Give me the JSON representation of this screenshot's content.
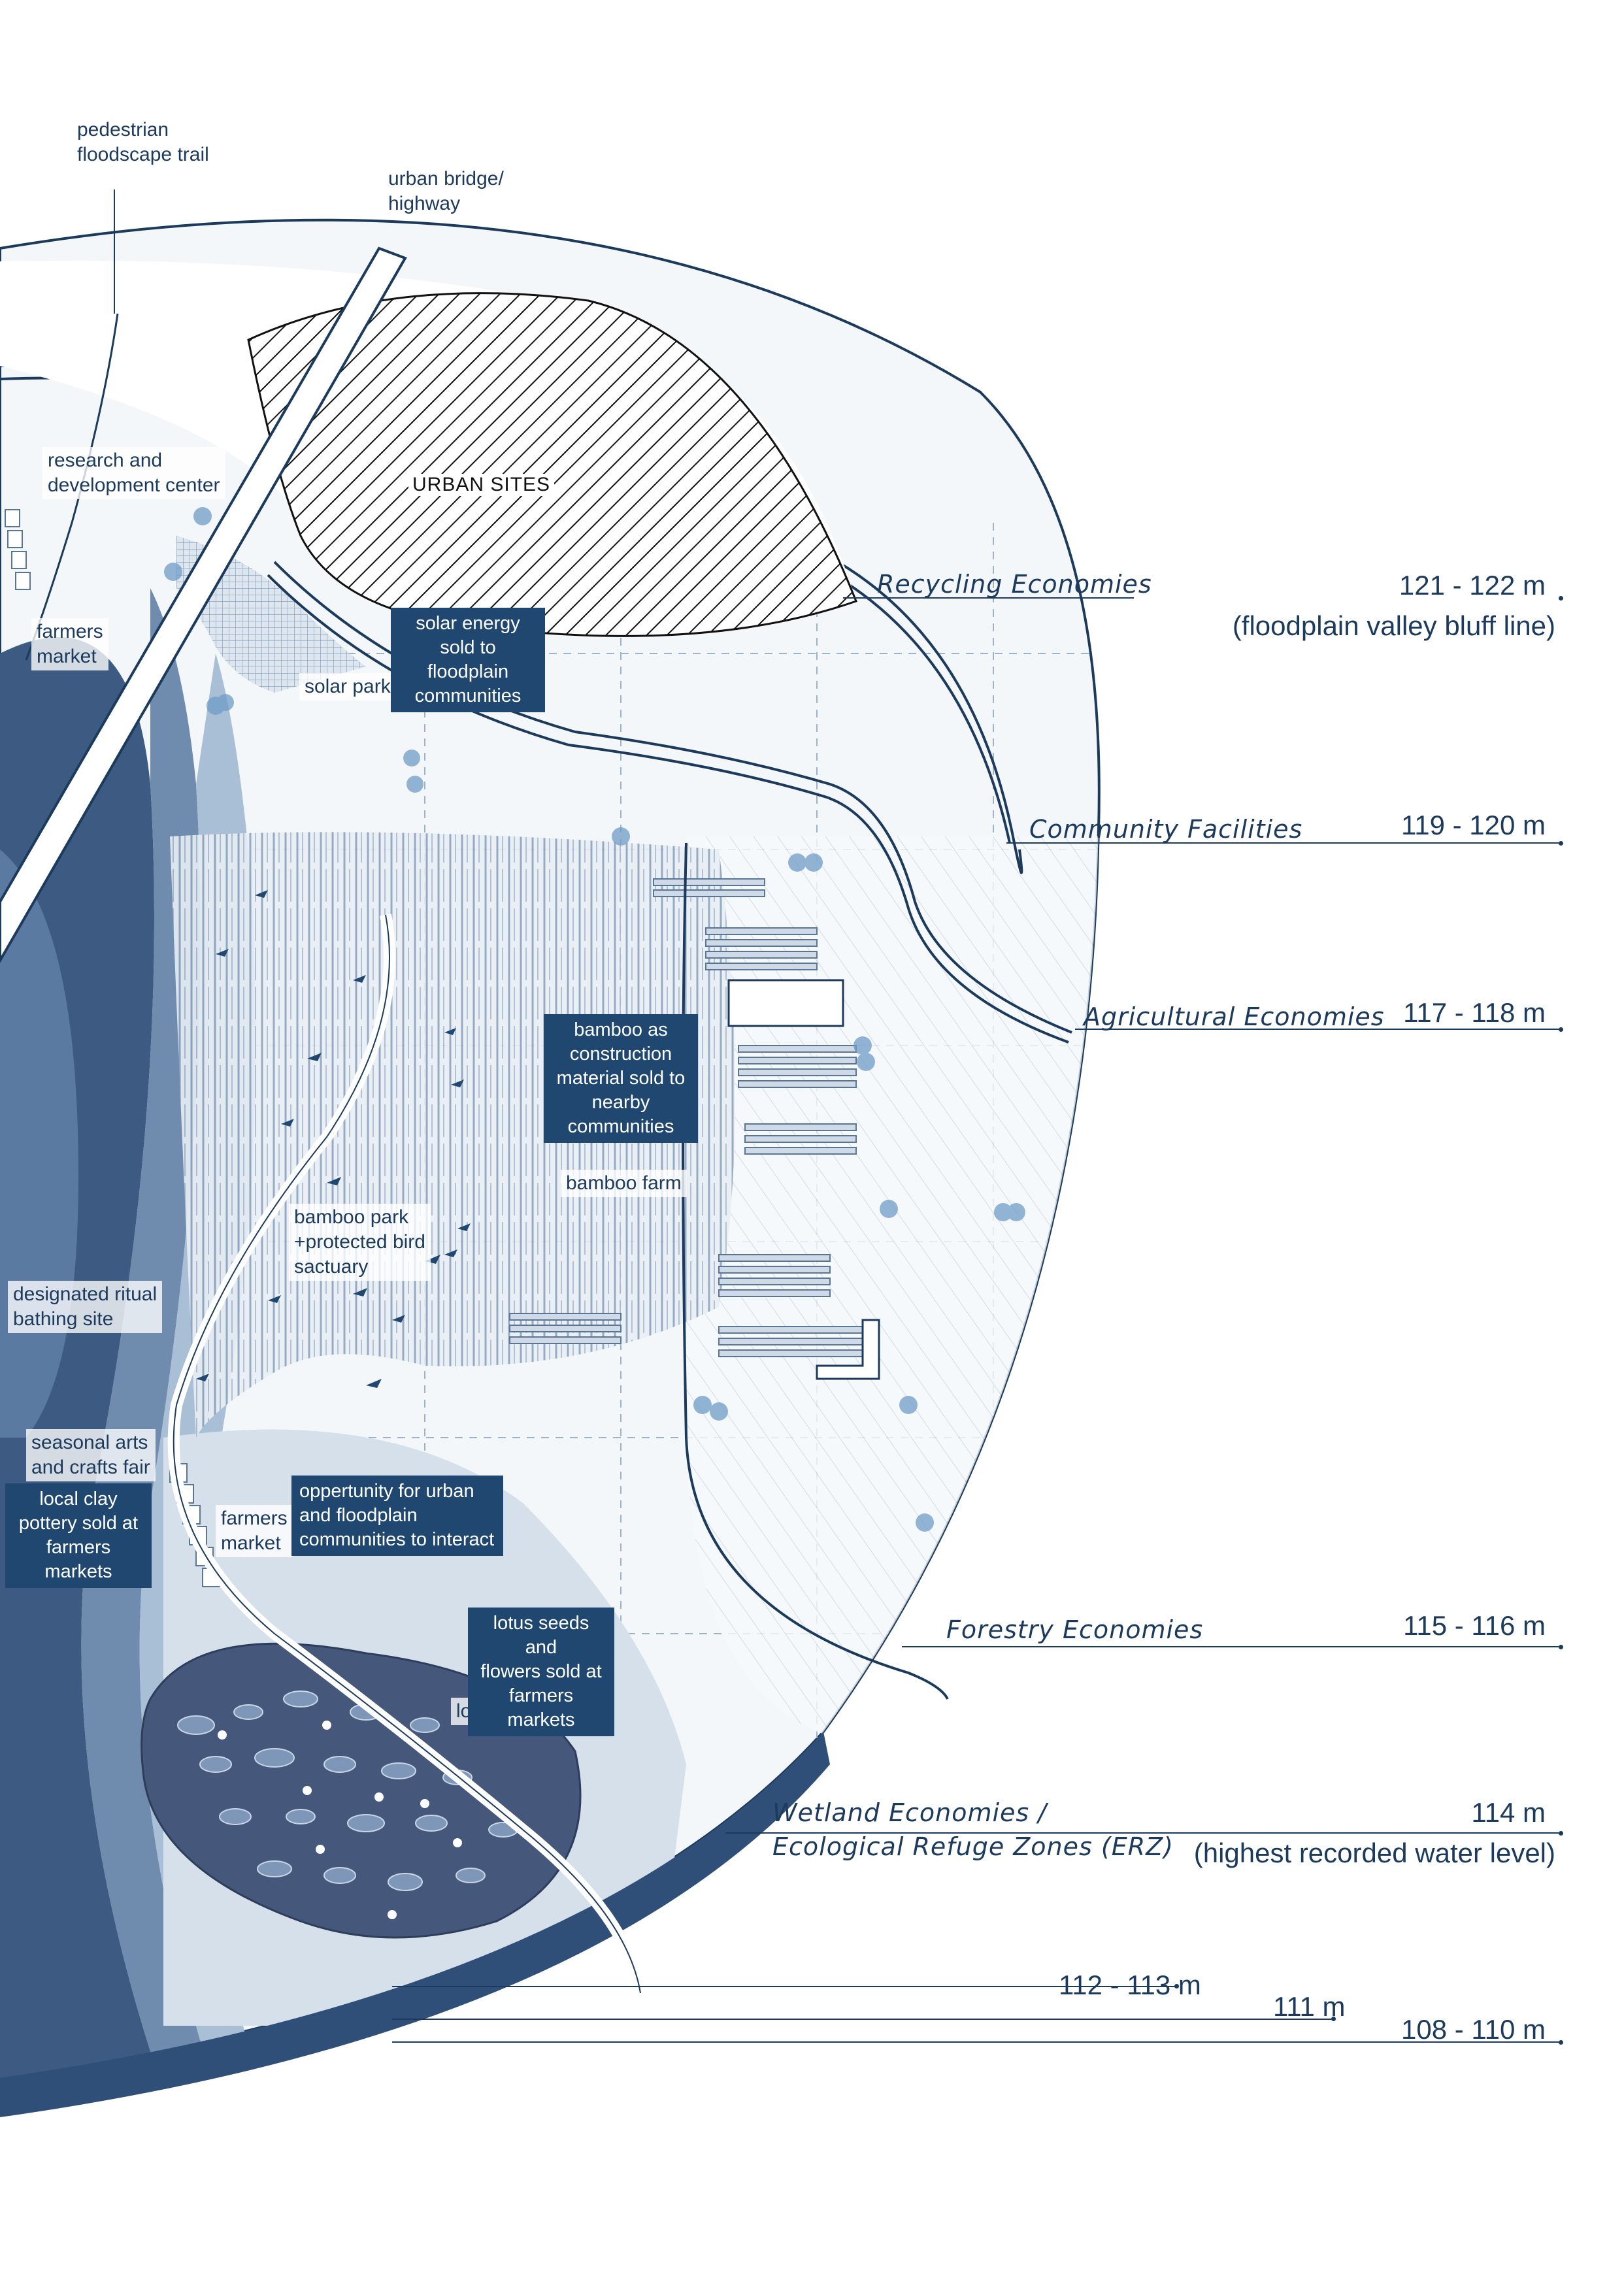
{
  "colors": {
    "navy": "#1f4770",
    "dark_water": "#46577c",
    "mid_blue": "#7f9dbd",
    "light_blue": "#c3d3e3",
    "ink": "#1c3a5c"
  },
  "callouts": {
    "pedestrian_trail": "pedestrian\nfloodscape trail",
    "urban_bridge": "urban bridge/\nhighway",
    "urban_sites": "URBAN SITES",
    "research_center": "research and\ndevelopment center",
    "farmers_market_top": "farmers\nmarket",
    "solar_park": "solar park",
    "ritual_bathing": "designated ritual\nbathing site",
    "arts_crafts": "seasonal arts\nand crafts fair",
    "farmers_market_low": "farmers\nmarket",
    "bamboo_park": "bamboo park\n+protected bird\nsactuary",
    "bamboo_farm": "bamboo farm",
    "lotus_farm": "lotus farm"
  },
  "info_boxes": {
    "solar_energy": "solar energy\nsold to floodplain\ncommunities",
    "bamboo_material": "bamboo as\nconstruction\nmaterial sold to\nnearby\ncommunities",
    "local_clay": "local clay\npottery sold at\nfarmers markets",
    "interaction": "oppertunity for urban\nand floodplain\ncommunities to interact",
    "lotus_seeds": "lotus seeds and\nflowers sold at\nfarmers markets"
  },
  "economies": {
    "recycling": "Recycling Economies",
    "community": "Community Facilities",
    "agricultural": "Agricultural Economies",
    "forestry": "Forestry Economies",
    "wetland": "Wetland Economies /\nEcological Refuge Zones (ERZ)"
  },
  "levels": {
    "l121": "121 - 122 m",
    "l121_note": "(floodplain valley bluff line)",
    "l119": "119 - 120 m",
    "l117": "117 - 118 m",
    "l115": "115 - 116 m",
    "l114": "114 m",
    "l114_note": "(highest recorded water level)",
    "l112": "112 - 113 m",
    "l111": "111 m",
    "l108": "108 - 110 m"
  }
}
